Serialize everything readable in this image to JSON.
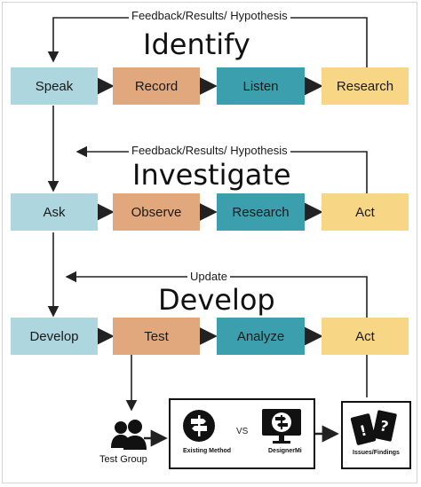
{
  "diagram": {
    "sections": [
      {
        "title": "Identify",
        "feedback": "Feedback/Results/ Hypothesis",
        "steps": [
          "Speak",
          "Record",
          "Listen",
          "Research"
        ]
      },
      {
        "title": "Investigate",
        "feedback": "Feedback/Results/ Hypothesis",
        "steps": [
          "Ask",
          "Observe",
          "Research",
          "Act"
        ]
      },
      {
        "title": "Develop",
        "feedback": "Update",
        "steps": [
          "Develop",
          "Test",
          "Analyze",
          "Act"
        ]
      }
    ],
    "bottom": {
      "test_group_label": "Test Group",
      "existing_method_label": "Existing Method",
      "vs_label": "VS",
      "designermi_label": "DesignerMi",
      "issues_label": "Issues/Findings"
    },
    "colors": {
      "blue": "#add6de",
      "orange": "#e0a87c",
      "teal": "#3b9fae",
      "yellow": "#f7d685",
      "arrow": "#222222"
    },
    "icons": [
      "people-icon",
      "signpost-icon",
      "monitor-signpost-icon",
      "question-cards-icon"
    ]
  }
}
